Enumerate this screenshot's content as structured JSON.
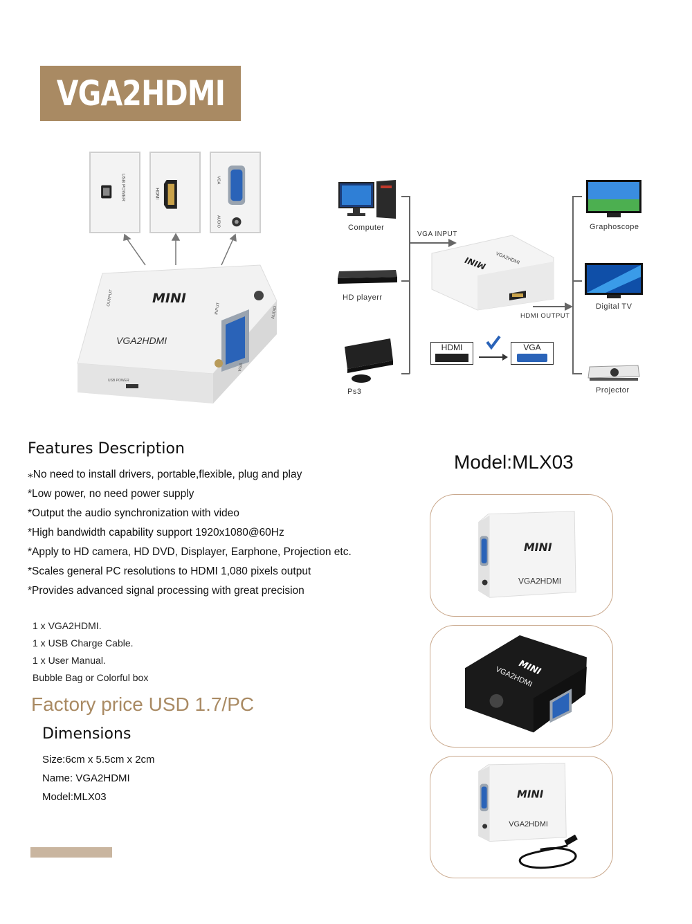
{
  "banner": {
    "title": "VGA2HDMI"
  },
  "ports": [
    {
      "label": "USB POWER",
      "icon": "usb-port-icon"
    },
    {
      "label": "HDMI",
      "icon": "hdmi-port-icon"
    },
    {
      "label": "VGA",
      "label2": "AUDIO",
      "icon": "vga-port-icon"
    }
  ],
  "main_device": {
    "brand": "MINI",
    "name": "VGA2HDMI",
    "output": "OUTPUT",
    "input": "INPUT",
    "audio": "AUDIO",
    "vga": "VGA",
    "usb": "USB POWER"
  },
  "diagram": {
    "sources": [
      "Computer",
      "HD playerr",
      "Ps3"
    ],
    "targets": [
      "Graphoscope",
      "Digital  TV",
      "Projector"
    ],
    "vga_input": "VGA INPUT",
    "hdmi_output": "HDMI OUTPUT",
    "hdmi_box": "HDMI",
    "vga_box": "VGA",
    "device_brand": "MINI",
    "device_name": "VGA2HDMI"
  },
  "features": {
    "title": "Features Description",
    "items": [
      "⁎No need to install drivers, portable,flexible, plug and play",
      "*Low power, no need power supply",
      "*Output the audio synchronization with video",
      "*High bandwidth capability support 1920x1080@60Hz",
      "*Apply to HD camera, HD DVD, Displayer, Earphone, Projection etc.",
      "*Scales general PC resolutions to HDMI 1,080 pixels output",
      "*Provides advanced signal processing with great precision"
    ]
  },
  "package": [
    "1 x VGA2HDMI.",
    "1 x USB Charge Cable.",
    "1 x User Manual.",
    "Bubble Bag  or Colorful box"
  ],
  "price": "Factory price USD 1.7/PC",
  "dimensions": {
    "title": "Dimensions",
    "items": [
      "Size:6cm x 5.5cm x 2cm",
      "Name: VGA2HDMI",
      "Model:MLX03"
    ]
  },
  "model": "Model:MLX03",
  "cards": [
    {
      "brand": "MINI",
      "name": "VGA2HDMI",
      "color": "white"
    },
    {
      "brand": "MINI",
      "name": "VGA2HDMI",
      "color": "black"
    },
    {
      "brand": "MINI",
      "name": "VGA2HDMI",
      "color": "white"
    }
  ],
  "colors": {
    "accent": "#a98a63",
    "vga_blue": "#2a63b8",
    "card_border": "#c9a88c"
  }
}
